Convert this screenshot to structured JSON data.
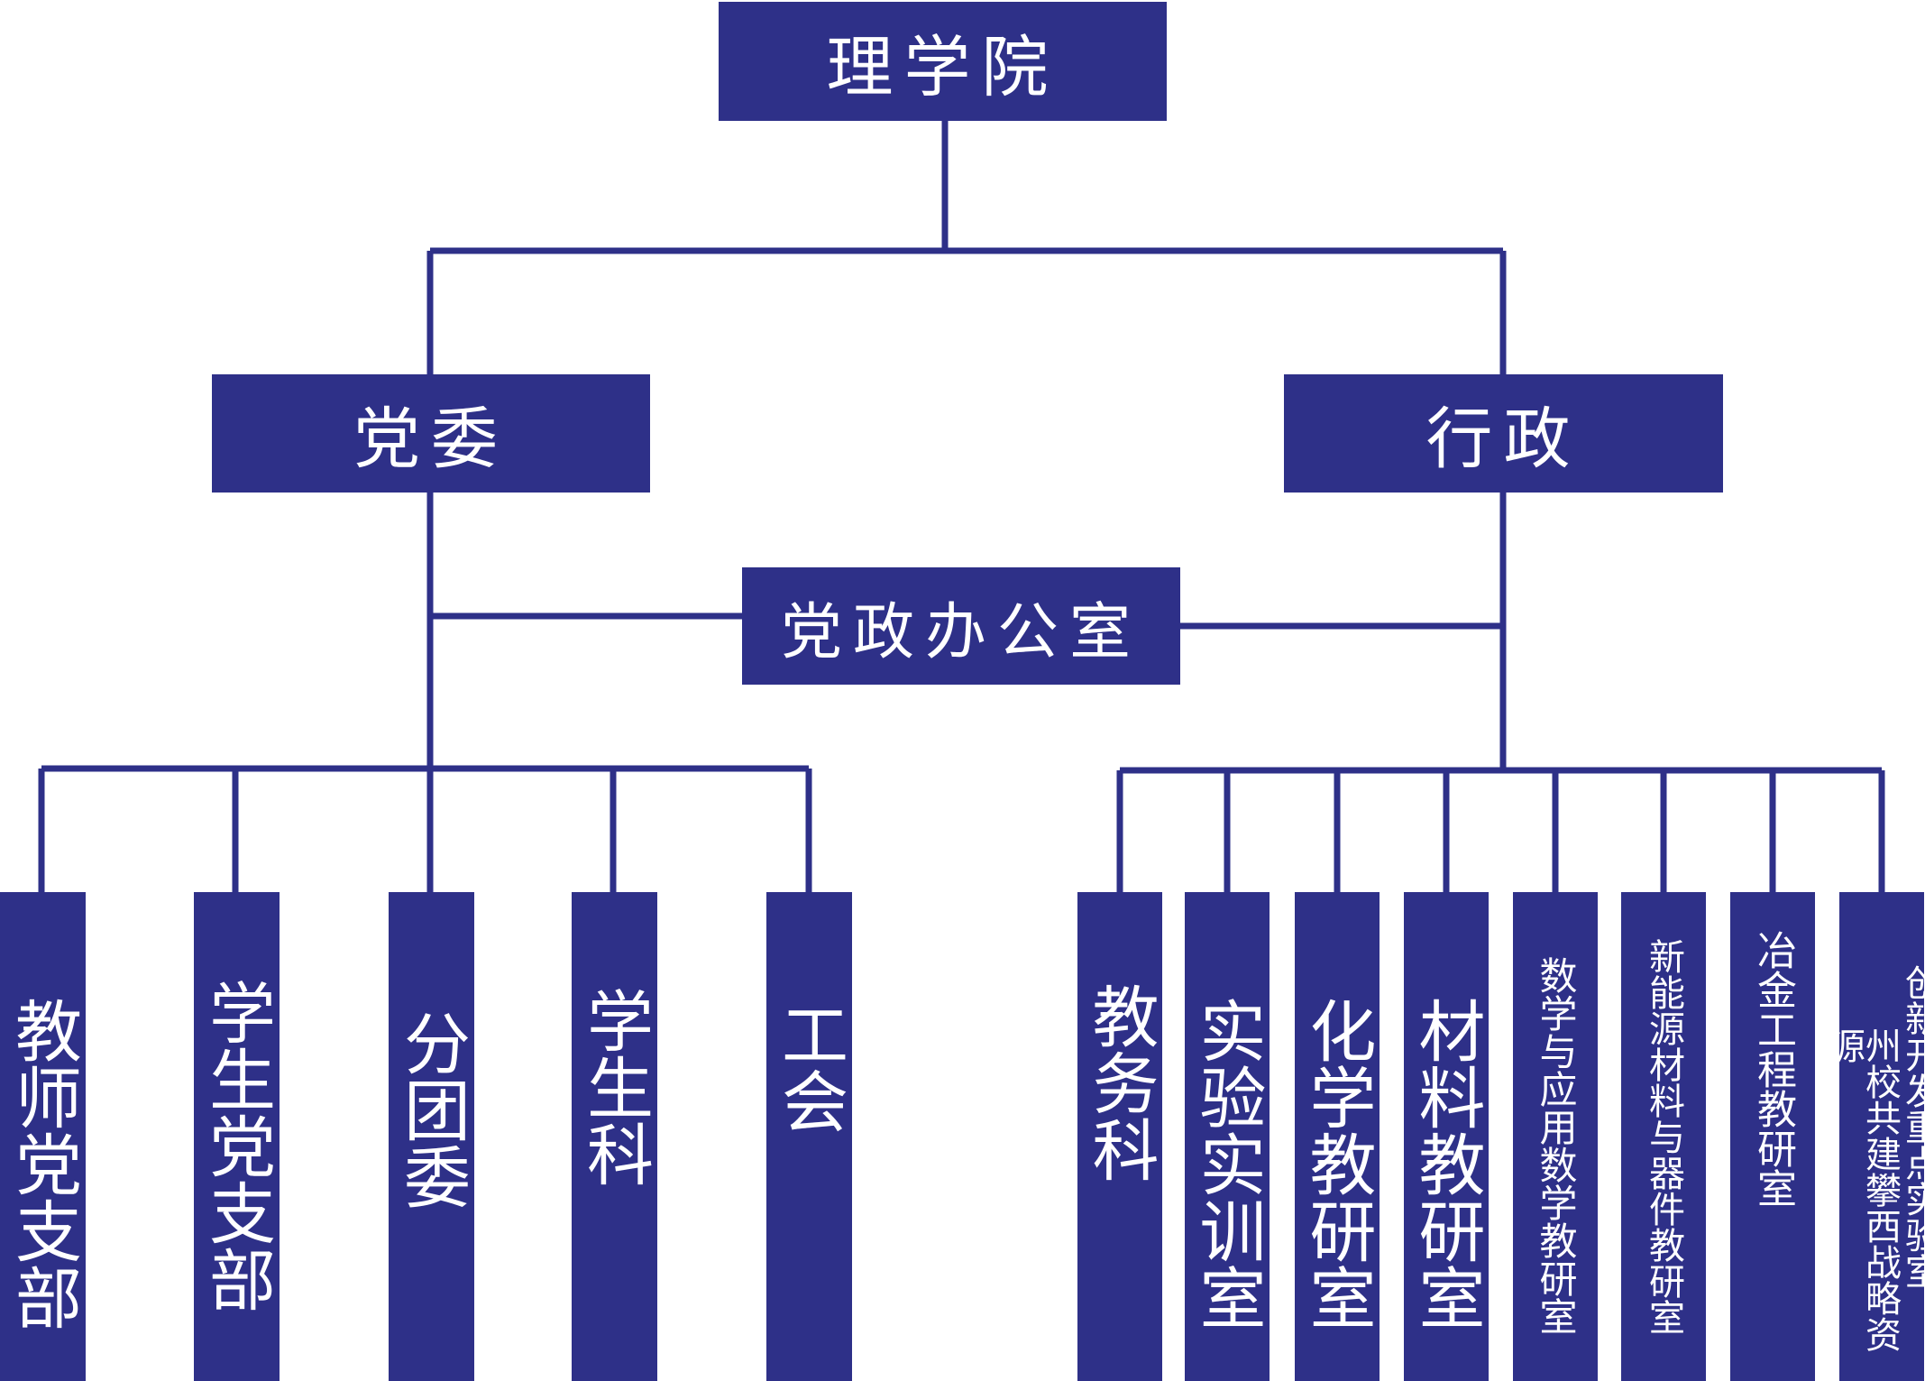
{
  "colors": {
    "box_fill": "#2e3088",
    "text": "#ffffff",
    "line": "#2e3088"
  },
  "root": "理学院",
  "party_committee": "党委",
  "administration": "行政",
  "office": "党政办公室",
  "party_children": [
    "教师党支部",
    "学生党支部",
    "分团委",
    "学生科",
    "工会"
  ],
  "admin_children": [
    "教务科",
    "实验实训室",
    "化学教研室",
    "材料教研室",
    "数学与应用数学教研室",
    "新能源材料与器件教研室",
    "冶金工程教研室"
  ],
  "lab": {
    "line1": "创新开发重点实验室",
    "line2": "州校共建攀西战略资源"
  }
}
